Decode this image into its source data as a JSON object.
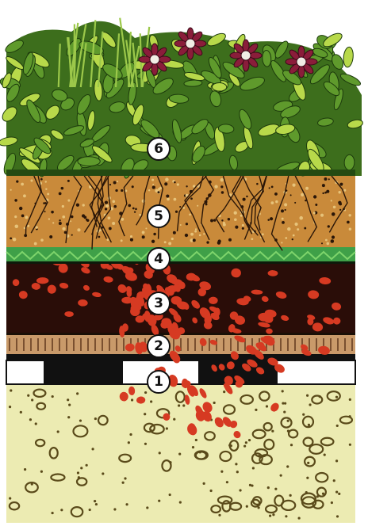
{
  "diagram": {
    "layers": [
      {
        "number": "6",
        "fill": "#5f9a2c",
        "accent": "#b8d94a",
        "flower": "#8a1d3a"
      },
      {
        "number": "5",
        "fill": "#c98a3a",
        "accent": "#2a1608"
      },
      {
        "number": "4",
        "fill": "#3fa048",
        "accent": "#7ed46b"
      },
      {
        "number": "3",
        "fill": "#2a0d08",
        "accent": "#d63a22"
      },
      {
        "number": "2",
        "fill": "#c99a6a",
        "accent": "#7a5030"
      },
      {
        "number": "1",
        "fill": "#111111",
        "accent": "#ffffff"
      },
      {
        "number": "",
        "fill": "#ecebb2",
        "accent": "#5a4a1a"
      }
    ]
  }
}
